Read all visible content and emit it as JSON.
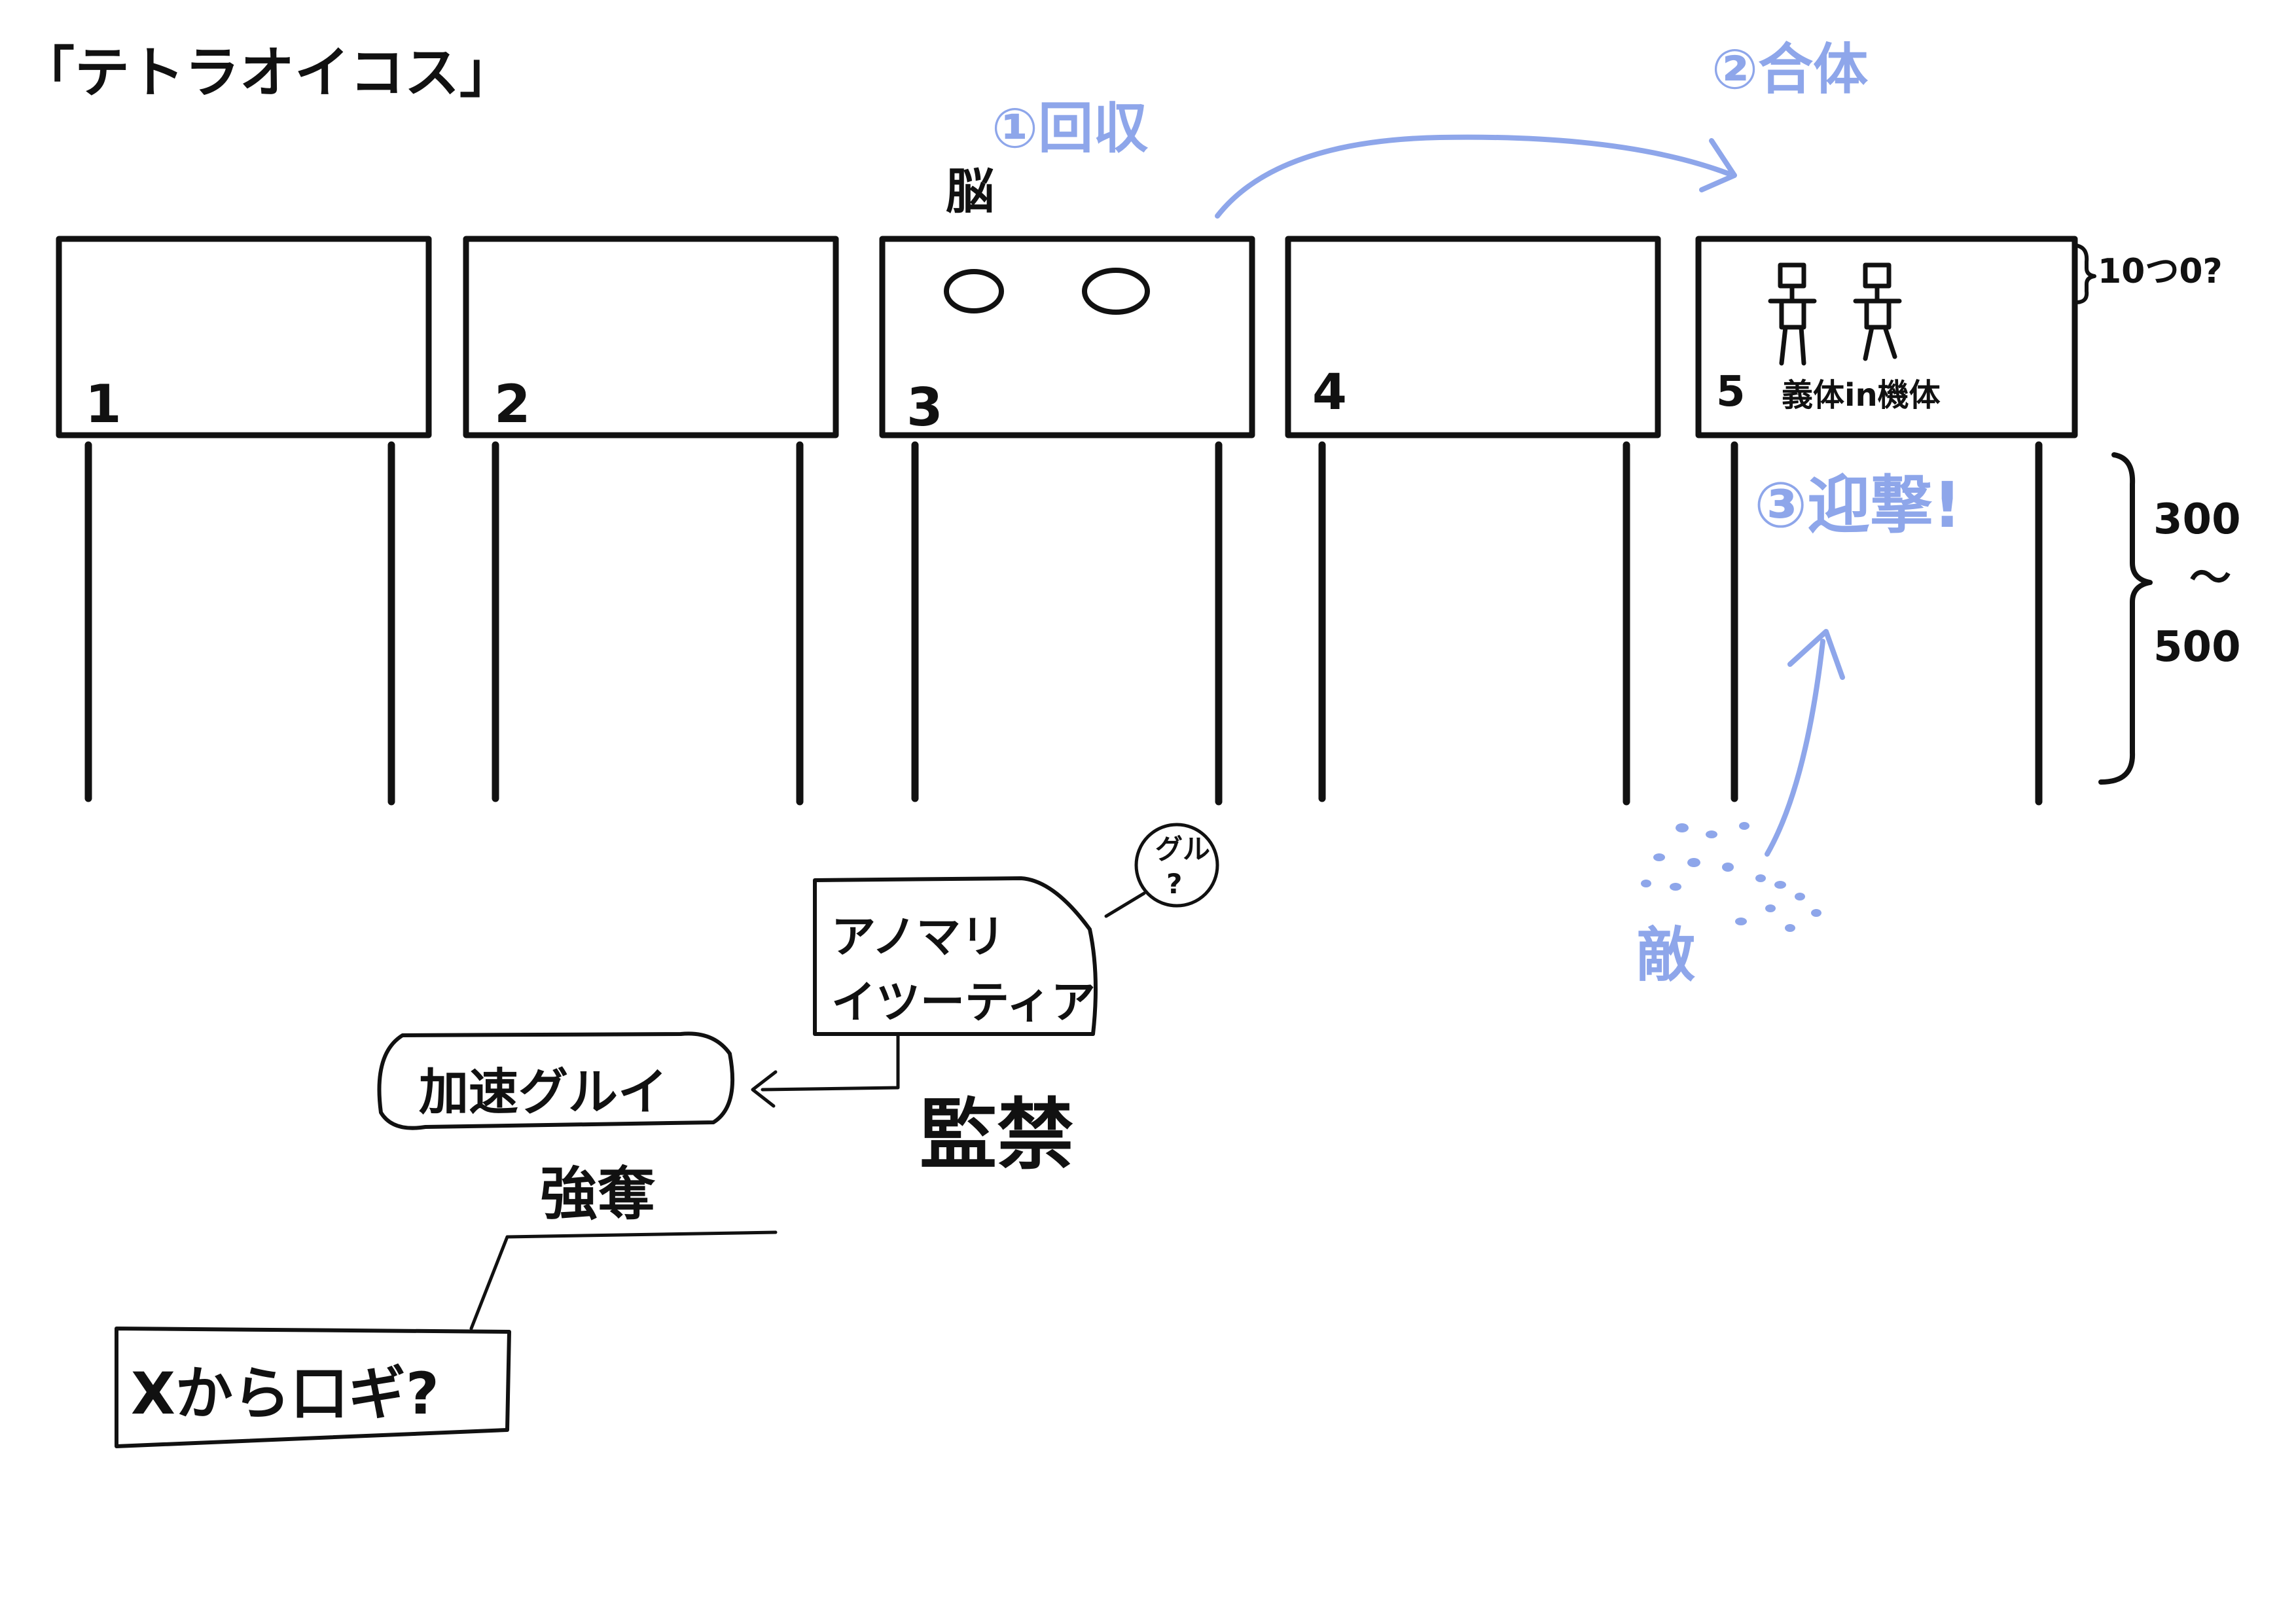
{
  "title": "「テトラオイコス」",
  "colors": {
    "ink": "#111111",
    "annotation_blue": "#8ea6ea"
  },
  "pillars": [
    {
      "number": "1"
    },
    {
      "number": "2"
    },
    {
      "number": "3",
      "label_above": "脳"
    },
    {
      "number": "4"
    },
    {
      "number": "5",
      "caption": "義体in機体"
    }
  ],
  "annotations": {
    "step1": "①回収",
    "step2": "②合体",
    "step3": "③迎撃!",
    "enemy": "敵"
  },
  "dimensions": {
    "top": "10つ0?",
    "height_from": "300",
    "height_tilde": "〜",
    "height_to": "500"
  },
  "story": {
    "anomaly_line1": "アノマリ",
    "anomaly_line2": "イツーティア",
    "bubble_line1": "グル",
    "bubble_line2": "?",
    "kansoku": "監禁",
    "kasoku": "加速グルイ",
    "goudatsu": "強奪",
    "question": "Xから口ギ?"
  }
}
